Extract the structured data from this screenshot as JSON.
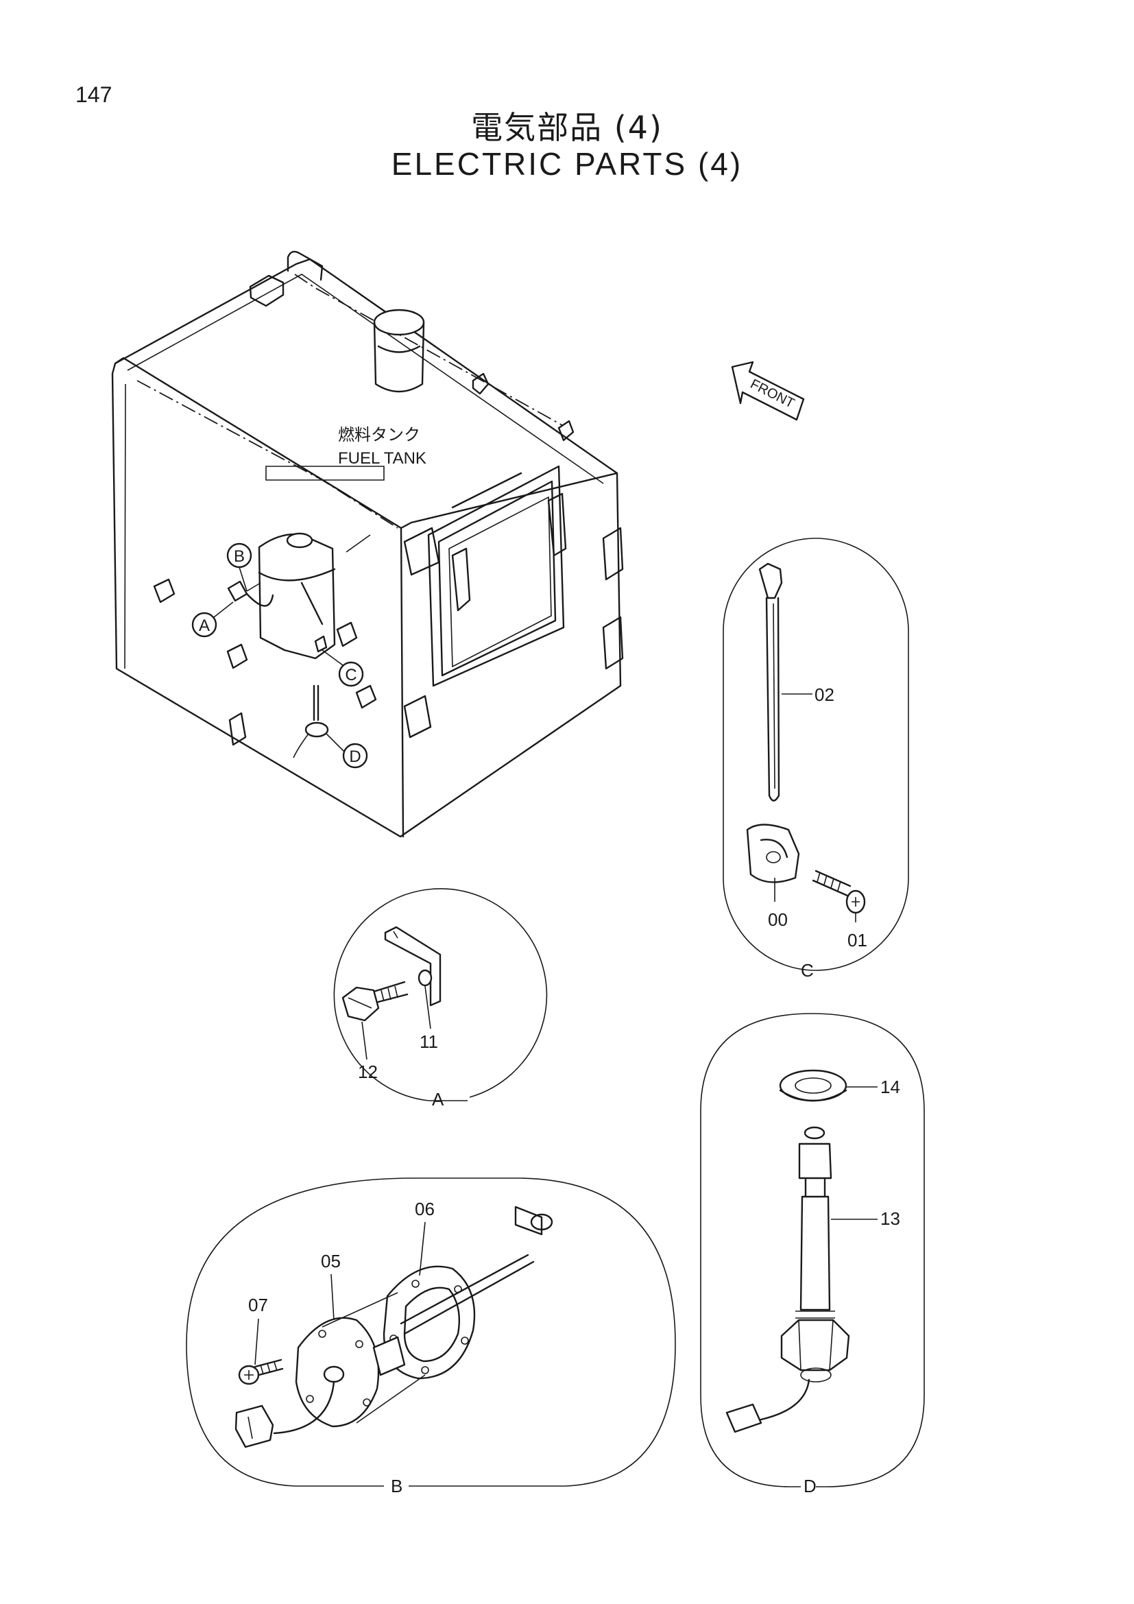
{
  "page_number": "147",
  "title": {
    "jp": "電気部品 (4)",
    "en": "ELECTRIC PARTS (4)"
  },
  "main_view": {
    "label_jp": "燃料タンク",
    "label_en": "FUEL TANK",
    "front_arrow": "FRONT",
    "callouts": [
      "A",
      "B",
      "C",
      "D"
    ]
  },
  "details": {
    "A": {
      "view_label": "A",
      "parts": [
        "11",
        "12"
      ]
    },
    "B": {
      "view_label": "B",
      "parts": [
        "05",
        "06",
        "07"
      ]
    },
    "C": {
      "view_label": "C",
      "parts": [
        "00",
        "01",
        "02"
      ]
    },
    "D": {
      "view_label": "D",
      "parts": [
        "13",
        "14"
      ]
    }
  }
}
